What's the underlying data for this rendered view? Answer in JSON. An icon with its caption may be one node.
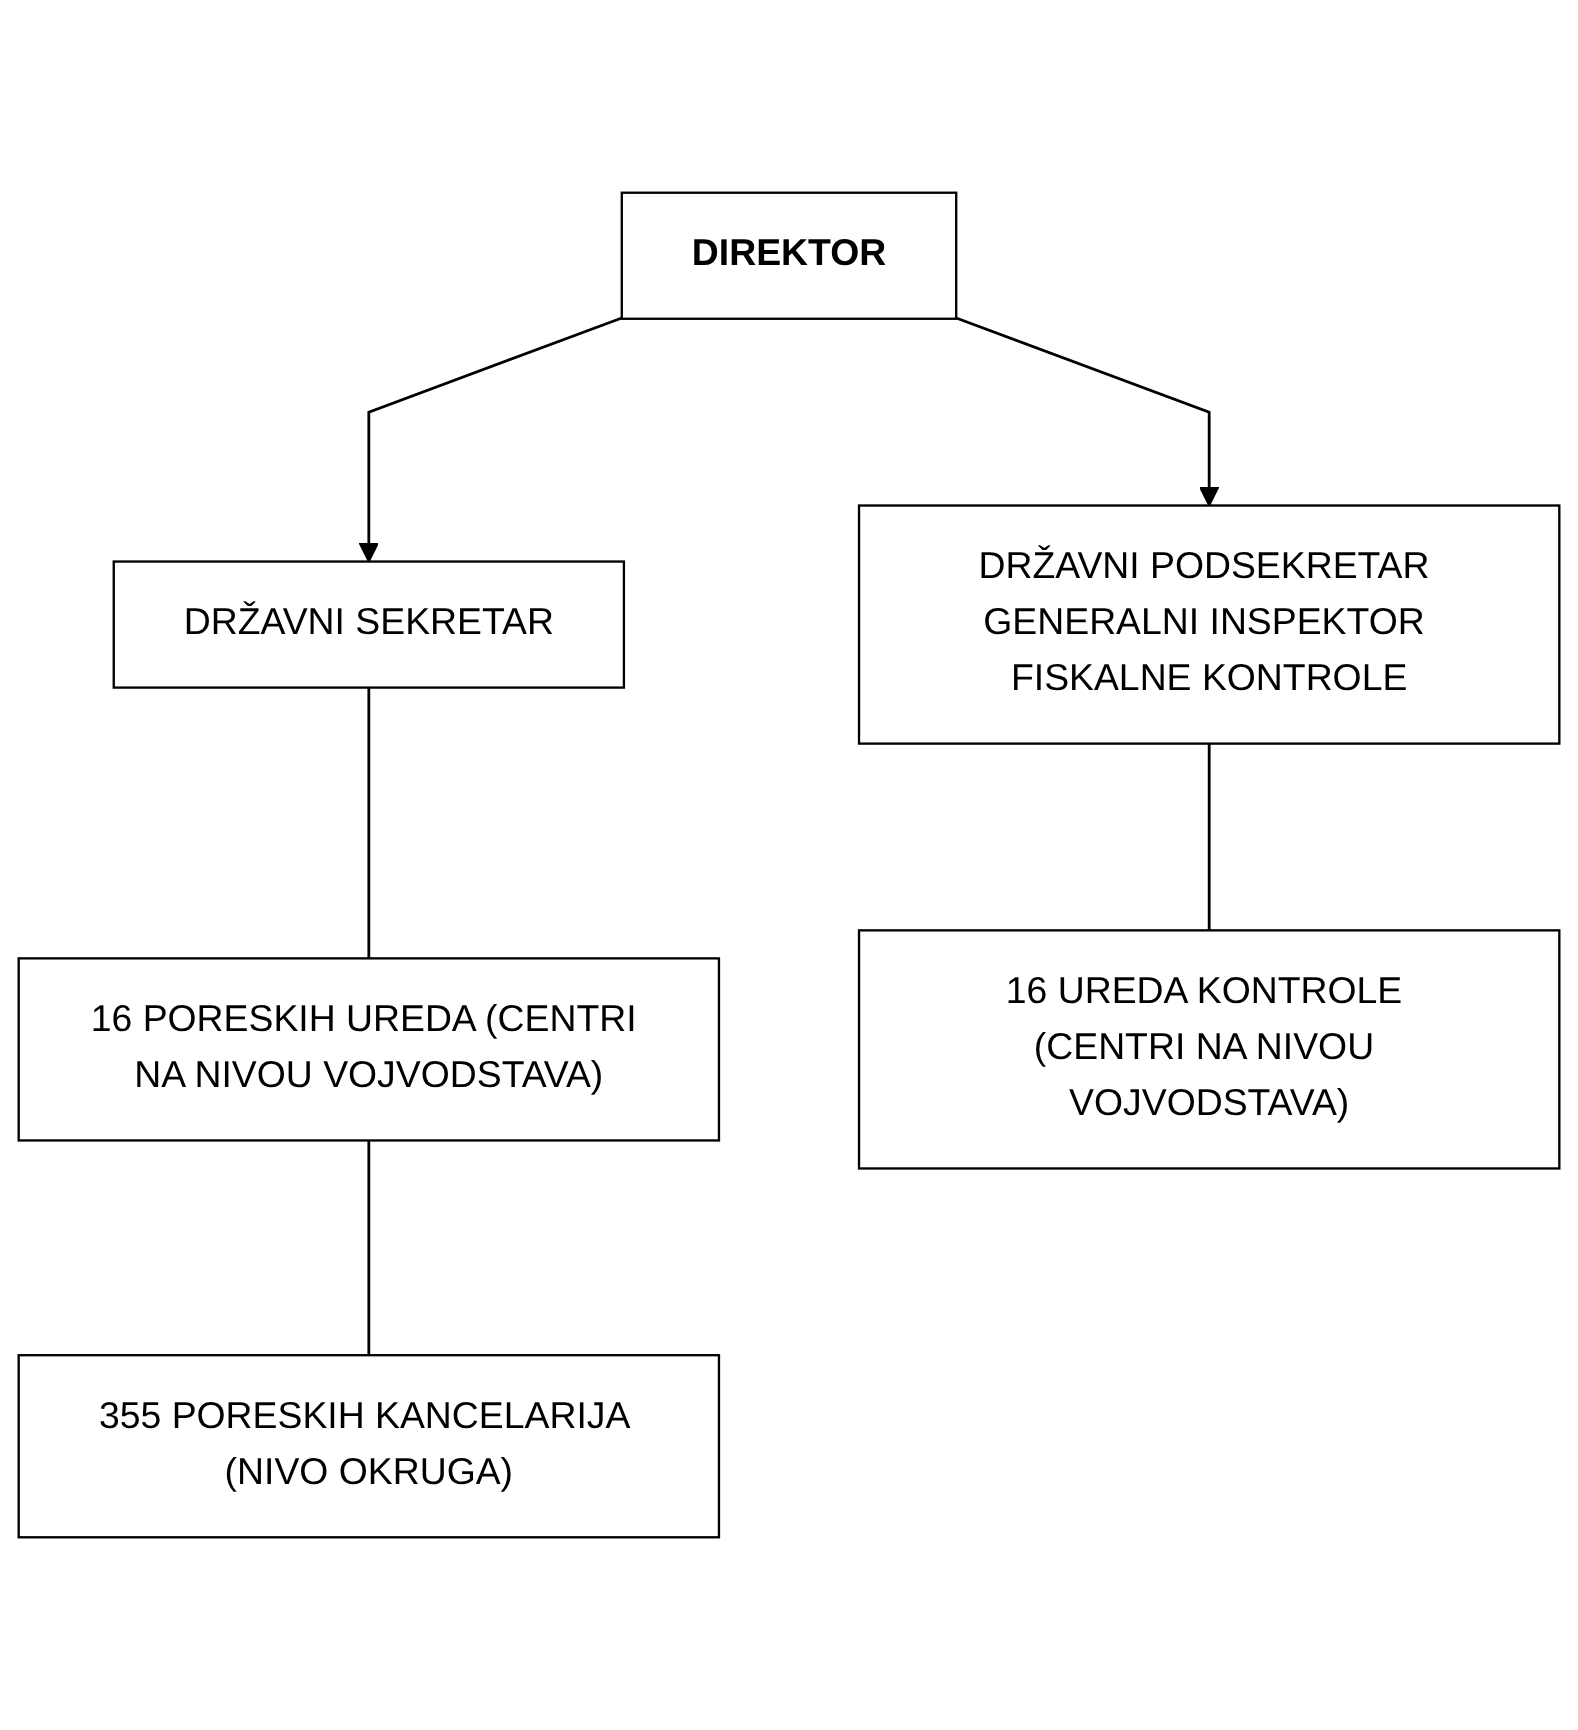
{
  "diagram": {
    "nodes": [
      {
        "text": [
          "DIREKTOR"
        ]
      },
      {
        "text": [
          "DRŽAVNI SEKRETAR"
        ]
      },
      {
        "text": [
          "DRŽAVNI PODSEKRETAR GENERALNI INSPEKTOR FISKALNE KONTROLE"
        ]
      },
      {
        "text": [
          "16 PORESKIH UREDA (CENTRI NA NIVOU VOJVODSTAVA)"
        ]
      },
      {
        "text": [
          "16 UREDA KONTROLE (CENTRI NA NIVOU VOJVODSTAVA)"
        ]
      },
      {
        "text": [
          "355 PORESKIH KANCELARIJA (NIVO OKRUGA)"
        ]
      }
    ],
    "edges": [
      {
        "from": 0,
        "to": 1,
        "arrow": "to"
      },
      {
        "from": 0,
        "to": 2,
        "arrow": "to"
      },
      {
        "from": 1,
        "to": 3,
        "arrow": "none"
      },
      {
        "from": 2,
        "to": 4,
        "arrow": "none"
      },
      {
        "from": 3,
        "to": 5,
        "arrow": "none"
      }
    ]
  }
}
